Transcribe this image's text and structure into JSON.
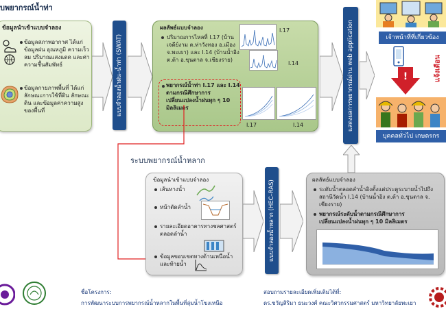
{
  "top_section": {
    "title": "บพยากรณ์น้ำท่า"
  },
  "input_box": {
    "title": "ข้อมูลนำเข้าแบบจำลอง",
    "item1": [
      "ข้อมูลสภาพอากาศ ได้แก่",
      "ข้อมูลฝน อุณหภูมิ ความเร็ว",
      "ลม ปริมาณแสงแดด และค่า",
      "ความชื้นสัมพัทธ์"
    ],
    "item2": [
      "ข้อมูลกายภาพพื้นที่ ได้แก่",
      "ลักษณะการใช้ที่ดิน ลักษณะ",
      "ดิน และข้อมูลค่าความสูง",
      "ของพื้นที่"
    ]
  },
  "swat_bar": {
    "label": "แบบจำลองน้ำฝน–น้ำท่า (SWAT)"
  },
  "result_box": {
    "title": "ผลลัพธ์แบบจำลอง",
    "text1": [
      "ปริมาณการไหลที่ I.17 (บ้าน",
      "เจดีย์งาม ต.ท่าวังทอง อ.เมือง",
      "จ.พะเยา) และ I.14 (บ้านน้ำอิง",
      "ต.ต้า อ.ขุนตาล จ.เชียงราย)"
    ],
    "text2": [
      "พยากรณ์น้ำท่า I.17 และ I.14",
      "ตามกรณีศึกษาการ",
      "เปลี่ยนแปลงน้ำฝนทุก ๆ  10",
      "มิลลิเมตร"
    ],
    "lbl_i17_top": "I.17",
    "lbl_i14_top": "I.14",
    "lbl_i17_bot": "I.17",
    "lbl_i14_bot": "I.14"
  },
  "web_bar": {
    "label": "แสดงผลการพยากรณ์ผ่าน web application"
  },
  "officials": {
    "label": "เจ้าหน้าที่ที่เกี่ยวข้อง",
    "warning": "แจ้งเตือน"
  },
  "public": {
    "label": "บุคคลทั่วไป เกษตรกร"
  },
  "flood_section": {
    "title": "ระบบพยากรณ์น้ำหลาก"
  },
  "flood_input": {
    "title": "ข้อมูลนำเข้าแบบจำลอง",
    "items": [
      "เส้นทางน้ำ",
      "หน้าตัดลำน้ำ",
      "รายละเอียดอาคารทางชลศาสตร์",
      "ตลอดลำน้ำ",
      "ข้อมูลขอบเขตทางด้านเหนือน้ำ",
      "และท้ายน้ำ"
    ]
  },
  "hecras_bar": {
    "label": "แบบจำลองน้ำหลาก (HEC–RAS)"
  },
  "flood_result": {
    "title": "ผลลัพธ์แบบจำลอง",
    "text1": [
      "ระดับน้ำตลอดลำน้ำอิงตั้งแต่ประตูระบายน้ำไปถึง",
      "สถานีวัดน้ำ I.14 (บ้านน้ำอิง ต.ต้า อ.ขุนตาล จ.",
      "เชียงราย)"
    ],
    "text2": [
      "พยากรณ์ระดับน้ำตามกรณีศึกษาการ",
      "เปลี่ยนแปลงน้ำฝนทุก ๆ  10 มิลลิเมตร"
    ]
  },
  "footer": {
    "project_label": "ชื่อโครงการ:",
    "project_name": "การพัฒนาระบบการพยากรณ์น้ำหลากในพื้นที่ลุ่มน้ำโขงเหนือ",
    "contact_label": "สอบถามรายละเอียดเพิ่มเติมได้ที่:",
    "contact_name": "ดร.ชวัญสิริมา ธนะวงศ์ คณะวิศวกรรมศาสตร์ มหาวิทยาลัยพะเยา"
  },
  "colors": {
    "bar_blue": "#1f4e8c",
    "label_blue": "#2f5fa8",
    "warning_red": "#d0202a",
    "dash_red": "#e02020"
  }
}
